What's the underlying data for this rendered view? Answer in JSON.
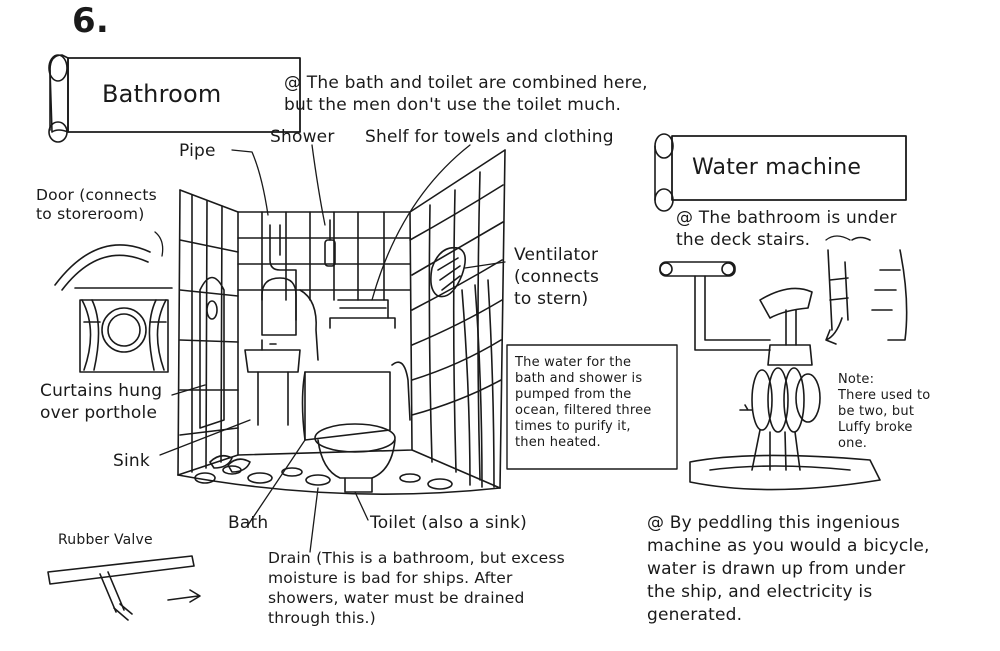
{
  "page_number": "6.",
  "sections": {
    "bathroom": {
      "title": "Bathroom",
      "note": "@ The bath and toilet are combined here,\nbut the men don't use the toilet much."
    },
    "water_machine": {
      "title": "Water machine",
      "note": "@ The bathroom is under\nthe deck stairs.",
      "description": "@ By peddling this ingenious\nmachine as you would a bicycle,\nwater is drawn up from under\nthe ship, and electricity is\ngenerated.",
      "side_note": "Note:\nThere used to\nbe two, but\nLuffy broke\none."
    }
  },
  "labels": {
    "pipe": "Pipe",
    "shower": "Shower",
    "shelf": "Shelf for towels and clothing",
    "door": "Door (connects\nto storeroom)",
    "ventilator": "Ventilator\n(connects\nto stern)",
    "curtains": "Curtains hung\nover porthole",
    "sink": "Sink",
    "bath": "Bath",
    "toilet": "Toilet (also a sink)",
    "rubber_valve": "Rubber Valve",
    "drain": "Drain (This is a bathroom, but excess\n moisture is bad for ships. After\n showers, water must be drained\n through this.)",
    "water_info": "The water for the\nbath and shower is\npumped from the\nocean, filtered three\ntimes to purify it,\nthen heated."
  }
}
